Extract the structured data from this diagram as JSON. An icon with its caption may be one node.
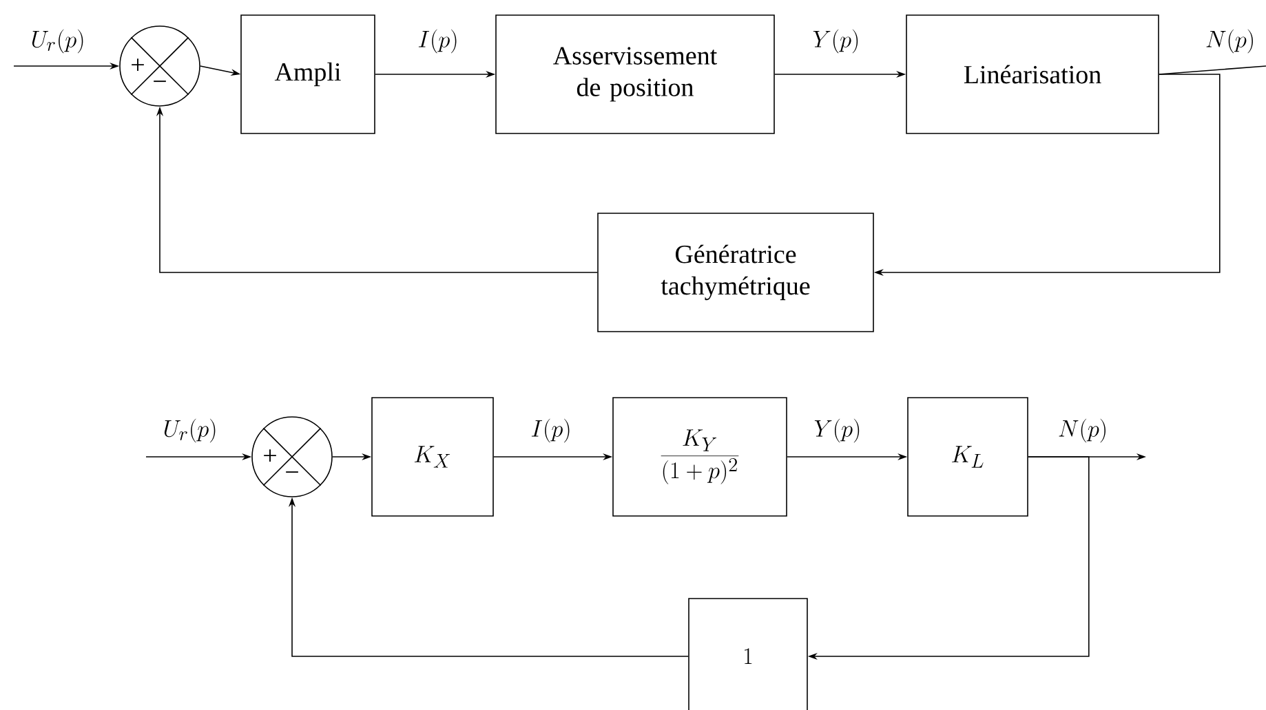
{
  "diagram": {
    "nodes": [
      {
        "text": [
          "+",
          "−"
        ]
      },
      {
        "text": [
          "Ampli"
        ]
      },
      {
        "text": [
          "Asservissement de position"
        ]
      },
      {
        "text": [
          "Linéarisation"
        ]
      },
      {
        "text": [
          "Génératrice tachymétrique"
        ]
      },
      {
        "text": [
          "+",
          "−"
        ]
      },
      {
        "text": [
          "K_X"
        ]
      },
      {
        "text": [
          "\\frac{K_Y}{(1+p)^2}"
        ]
      },
      {
        "text": [
          "K_L"
        ]
      },
      {
        "text": [
          "1"
        ]
      }
    ],
    "edges": [
      {
        "from": null,
        "to": 0,
        "arrow": "to",
        "label": "U_r(p)"
      },
      {
        "from": 0,
        "to": 1,
        "arrow": "to"
      },
      {
        "from": 1,
        "to": 2,
        "arrow": "to",
        "label": "I(p)"
      },
      {
        "from": 2,
        "to": 3,
        "arrow": "to",
        "label": "Y(p)"
      },
      {
        "from": 3,
        "to": null,
        "arrow": "none",
        "label": "N(p)"
      },
      {
        "from": 3,
        "to": 4,
        "arrow": "to"
      },
      {
        "from": 4,
        "to": 0,
        "arrow": "to"
      },
      {
        "from": null,
        "to": 5,
        "arrow": "to",
        "label": "U_r(p)"
      },
      {
        "from": 5,
        "to": 6,
        "arrow": "to"
      },
      {
        "from": 6,
        "to": 7,
        "arrow": "to",
        "label": "I(p)"
      },
      {
        "from": 7,
        "to": 8,
        "arrow": "to",
        "label": "Y(p)"
      },
      {
        "from": 8,
        "to": null,
        "arrow": "to",
        "label": "N(p)"
      },
      {
        "from": 8,
        "to": 9,
        "arrow": "to"
      },
      {
        "from": 9,
        "to": 5,
        "arrow": "to"
      }
    ]
  }
}
